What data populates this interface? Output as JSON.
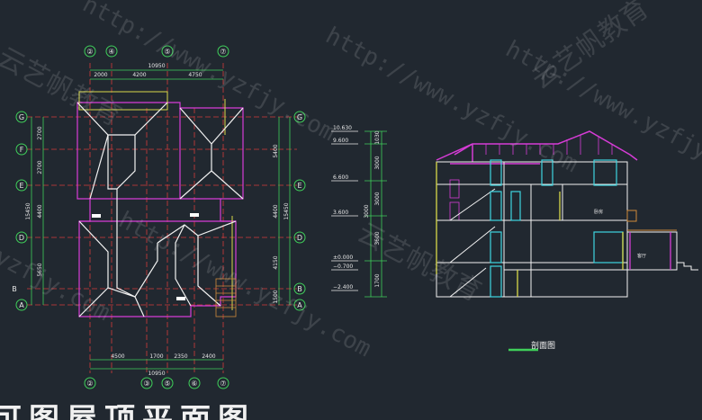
{
  "plan": {
    "top_axes": [
      "②",
      "④",
      "⑤",
      "⑦"
    ],
    "bottom_axes": [
      "②",
      "③",
      "⑤",
      "⑥",
      "⑦"
    ],
    "left_axes": [
      "G",
      "F",
      "E",
      "D",
      "B",
      "A"
    ],
    "right_axes": [
      "G",
      "E",
      "D",
      "B",
      "A"
    ],
    "top_total": "10950",
    "top_dims": [
      "2000",
      "4200",
      "4750"
    ],
    "bottom_dims": [
      "4500",
      "1700",
      "2350",
      "2400"
    ],
    "bottom_total": "10950",
    "left_dims": [
      "2700",
      "2700",
      "4400",
      "5650"
    ],
    "left_total": "15450",
    "right_dims": [
      "5400",
      "4400",
      "4150",
      "1500"
    ],
    "right_total": "15450"
  },
  "section": {
    "elevations": [
      "10.630",
      "9.600",
      "6.600",
      "3.600",
      "±0.000",
      "−0.700",
      "−2.400"
    ],
    "dims": [
      "1030",
      "3000",
      "3000",
      "3000",
      "3600",
      "1700"
    ],
    "room_labels": [
      "卧房",
      "客厅"
    ],
    "title": "剖面图"
  },
  "footer": {
    "title": "可图屋顶平面图"
  },
  "watermark": {
    "url": "http://www.yzfjy.com",
    "brand": "云艺帆教育"
  }
}
